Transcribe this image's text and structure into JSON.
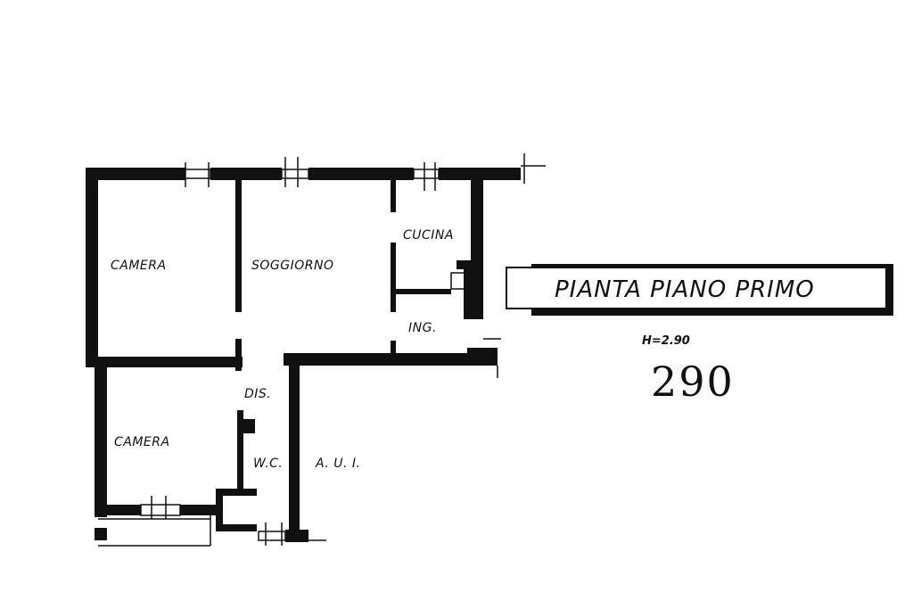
{
  "plan": {
    "title": "PIANTA PIANO PRIMO",
    "height_note": "H=2.90",
    "handwritten_number": "290",
    "rooms": {
      "camera_top": "CAMERA",
      "soggiorno": "SOGGIORNO",
      "cucina": "CUCINA",
      "ingresso": "ING.",
      "disimpegno": "DIS.",
      "camera_bottom": "CAMERA",
      "wc": "W.C.",
      "aui": "A. U. I."
    },
    "colors": {
      "wall": "#111111",
      "paper": "#ffffff"
    }
  }
}
